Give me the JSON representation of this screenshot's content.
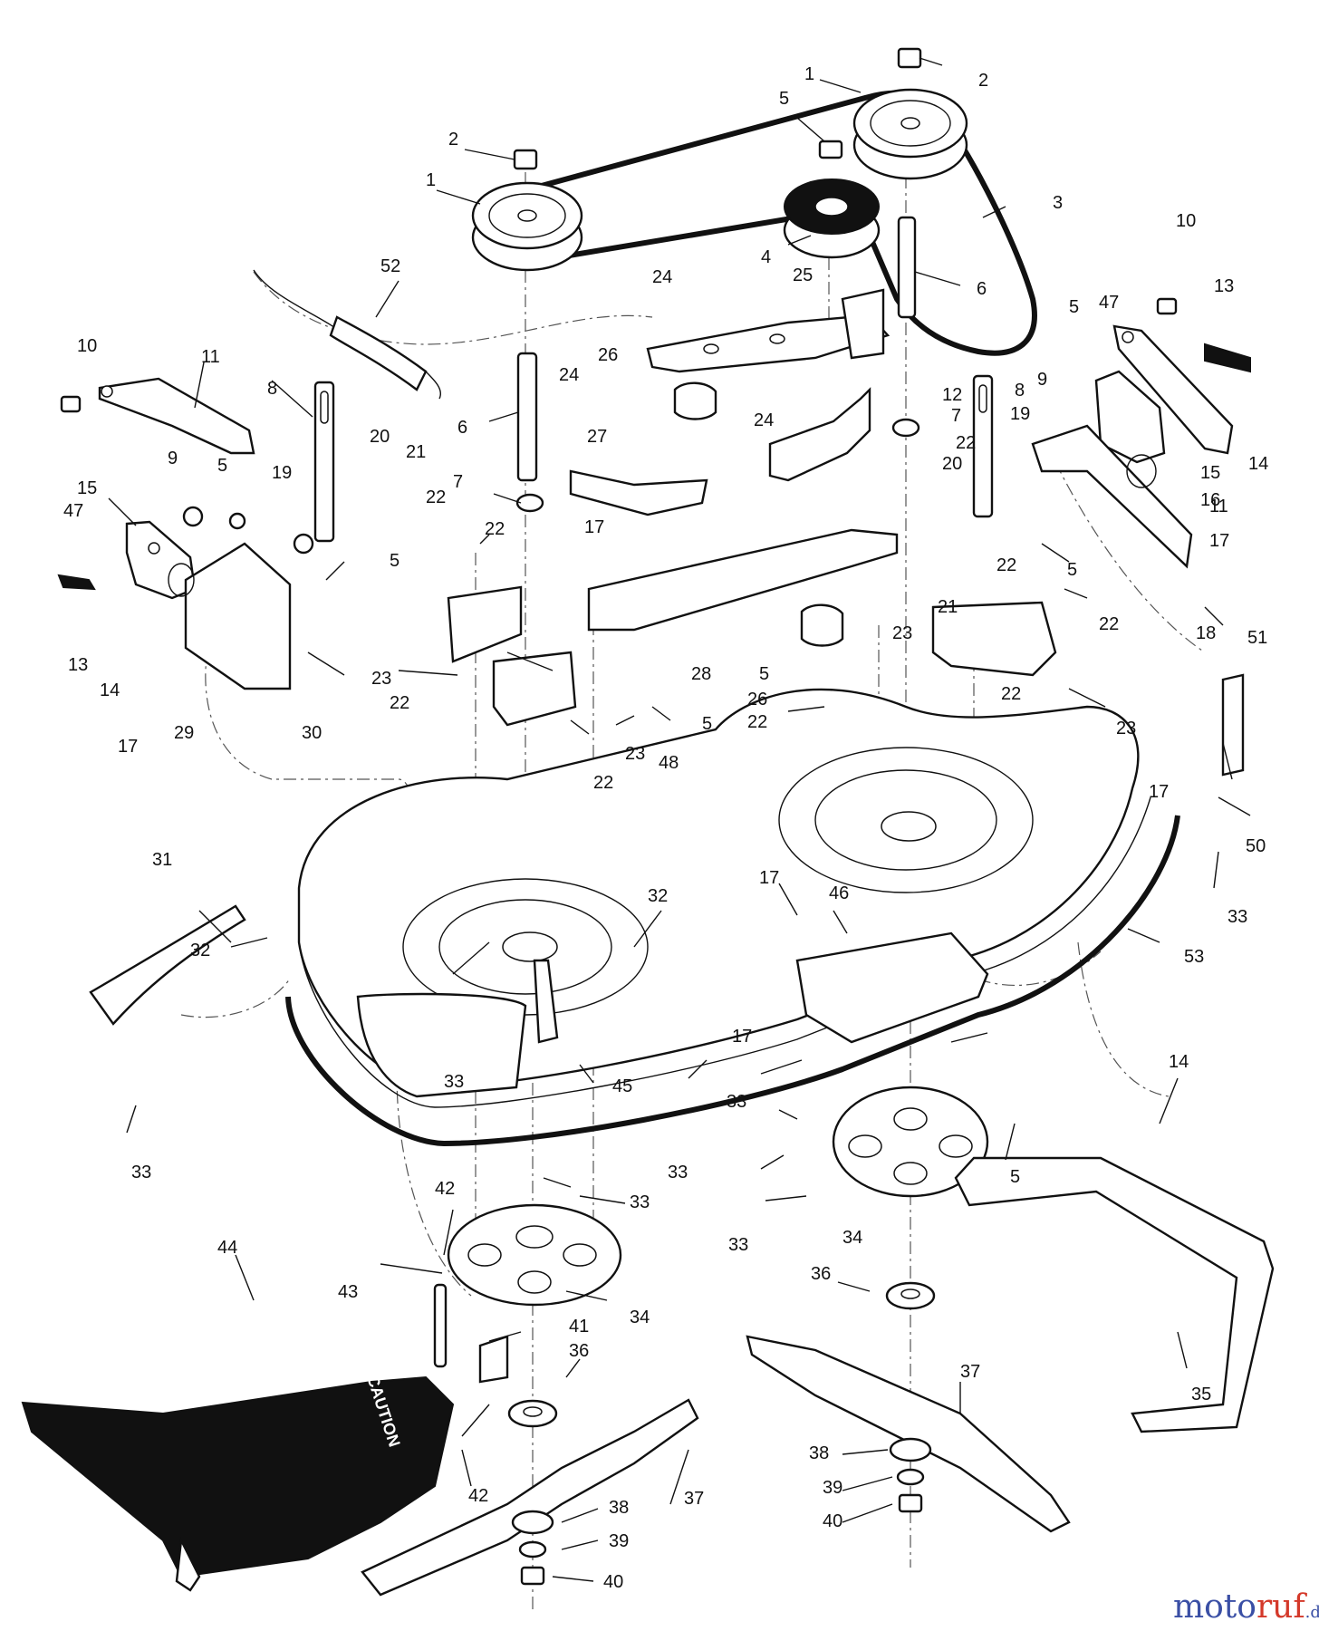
{
  "diagram": {
    "decal_text": "CAUTION",
    "watermark": {
      "part1": "moto",
      "part2": "ruf",
      "suffix": ".de"
    },
    "callouts": [
      {
        "id": "c-1a",
        "label": "1"
      },
      {
        "id": "c-1b",
        "label": "1"
      },
      {
        "id": "c-2a",
        "label": "2"
      },
      {
        "id": "c-2b",
        "label": "2"
      },
      {
        "id": "c-3",
        "label": "3"
      },
      {
        "id": "c-4",
        "label": "4"
      },
      {
        "id": "c-5a",
        "label": "5"
      },
      {
        "id": "c-5b",
        "label": "5"
      },
      {
        "id": "c-5c",
        "label": "5"
      },
      {
        "id": "c-5d",
        "label": "5"
      },
      {
        "id": "c-5e",
        "label": "5"
      },
      {
        "id": "c-5f",
        "label": "5"
      },
      {
        "id": "c-5g",
        "label": "5"
      },
      {
        "id": "c-5h",
        "label": "5"
      },
      {
        "id": "c-5i",
        "label": "5"
      },
      {
        "id": "c-6a",
        "label": "6"
      },
      {
        "id": "c-6b",
        "label": "6"
      },
      {
        "id": "c-7a",
        "label": "7"
      },
      {
        "id": "c-7b",
        "label": "7"
      },
      {
        "id": "c-8a",
        "label": "8"
      },
      {
        "id": "c-8b",
        "label": "8"
      },
      {
        "id": "c-9a",
        "label": "9"
      },
      {
        "id": "c-9b",
        "label": "9"
      },
      {
        "id": "c-10a",
        "label": "10"
      },
      {
        "id": "c-10b",
        "label": "10"
      },
      {
        "id": "c-11a",
        "label": "11"
      },
      {
        "id": "c-11b",
        "label": "11"
      },
      {
        "id": "c-12",
        "label": "12"
      },
      {
        "id": "c-13a",
        "label": "13"
      },
      {
        "id": "c-13b",
        "label": "13"
      },
      {
        "id": "c-14a",
        "label": "14"
      },
      {
        "id": "c-14b",
        "label": "14"
      },
      {
        "id": "c-14c",
        "label": "14"
      },
      {
        "id": "c-15a",
        "label": "15"
      },
      {
        "id": "c-15b",
        "label": "15"
      },
      {
        "id": "c-16",
        "label": "16"
      },
      {
        "id": "c-17a",
        "label": "17"
      },
      {
        "id": "c-17b",
        "label": "17"
      },
      {
        "id": "c-17c",
        "label": "17"
      },
      {
        "id": "c-17d",
        "label": "17"
      },
      {
        "id": "c-17e",
        "label": "17"
      },
      {
        "id": "c-17f",
        "label": "17"
      },
      {
        "id": "c-18",
        "label": "18"
      },
      {
        "id": "c-19a",
        "label": "19"
      },
      {
        "id": "c-19b",
        "label": "19"
      },
      {
        "id": "c-20a",
        "label": "20"
      },
      {
        "id": "c-20b",
        "label": "20"
      },
      {
        "id": "c-21a",
        "label": "21"
      },
      {
        "id": "c-21b",
        "label": "21"
      },
      {
        "id": "c-22a",
        "label": "22"
      },
      {
        "id": "c-22b",
        "label": "22"
      },
      {
        "id": "c-22c",
        "label": "22"
      },
      {
        "id": "c-22d",
        "label": "22"
      },
      {
        "id": "c-22e",
        "label": "22"
      },
      {
        "id": "c-22f",
        "label": "22"
      },
      {
        "id": "c-22g",
        "label": "22"
      },
      {
        "id": "c-22h",
        "label": "22"
      },
      {
        "id": "c-22i",
        "label": "22"
      },
      {
        "id": "c-23a",
        "label": "23"
      },
      {
        "id": "c-23b",
        "label": "23"
      },
      {
        "id": "c-23c",
        "label": "23"
      },
      {
        "id": "c-23d",
        "label": "23"
      },
      {
        "id": "c-24a",
        "label": "24"
      },
      {
        "id": "c-24b",
        "label": "24"
      },
      {
        "id": "c-24c",
        "label": "24"
      },
      {
        "id": "c-25",
        "label": "25"
      },
      {
        "id": "c-26a",
        "label": "26"
      },
      {
        "id": "c-26b",
        "label": "26"
      },
      {
        "id": "c-27",
        "label": "27"
      },
      {
        "id": "c-28",
        "label": "28"
      },
      {
        "id": "c-29",
        "label": "29"
      },
      {
        "id": "c-30",
        "label": "30"
      },
      {
        "id": "c-31",
        "label": "31"
      },
      {
        "id": "c-32a",
        "label": "32"
      },
      {
        "id": "c-32b",
        "label": "32"
      },
      {
        "id": "c-33a",
        "label": "33"
      },
      {
        "id": "c-33b",
        "label": "33"
      },
      {
        "id": "c-33c",
        "label": "33"
      },
      {
        "id": "c-33d",
        "label": "33"
      },
      {
        "id": "c-33e",
        "label": "33"
      },
      {
        "id": "c-33f",
        "label": "33"
      },
      {
        "id": "c-33g",
        "label": "33"
      },
      {
        "id": "c-33h",
        "label": "33"
      },
      {
        "id": "c-34a",
        "label": "34"
      },
      {
        "id": "c-34b",
        "label": "34"
      },
      {
        "id": "c-35",
        "label": "35"
      },
      {
        "id": "c-36a",
        "label": "36"
      },
      {
        "id": "c-36b",
        "label": "36"
      },
      {
        "id": "c-37a",
        "label": "37"
      },
      {
        "id": "c-37b",
        "label": "37"
      },
      {
        "id": "c-38a",
        "label": "38"
      },
      {
        "id": "c-38b",
        "label": "38"
      },
      {
        "id": "c-39a",
        "label": "39"
      },
      {
        "id": "c-39b",
        "label": "39"
      },
      {
        "id": "c-40a",
        "label": "40"
      },
      {
        "id": "c-40b",
        "label": "40"
      },
      {
        "id": "c-41",
        "label": "41"
      },
      {
        "id": "c-42a",
        "label": "42"
      },
      {
        "id": "c-42b",
        "label": "42"
      },
      {
        "id": "c-43",
        "label": "43"
      },
      {
        "id": "c-44",
        "label": "44"
      },
      {
        "id": "c-45",
        "label": "45"
      },
      {
        "id": "c-46",
        "label": "46"
      },
      {
        "id": "c-47a",
        "label": "47"
      },
      {
        "id": "c-47b",
        "label": "47"
      },
      {
        "id": "c-48",
        "label": "48"
      },
      {
        "id": "c-50",
        "label": "50"
      },
      {
        "id": "c-51",
        "label": "51"
      },
      {
        "id": "c-52",
        "label": "52"
      },
      {
        "id": "c-53",
        "label": "53"
      }
    ]
  }
}
